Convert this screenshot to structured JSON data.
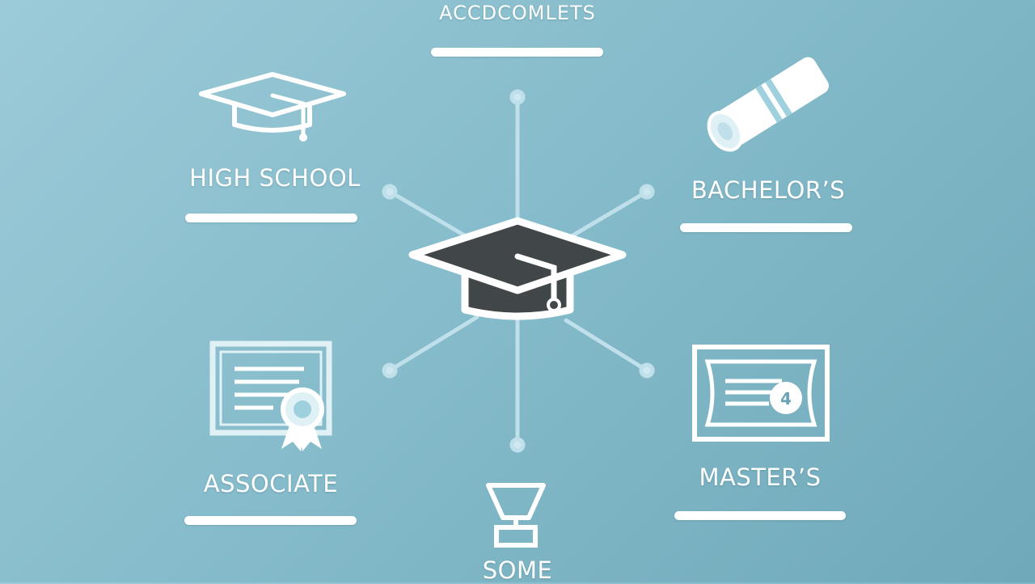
{
  "diagram": {
    "top_label": "ACCDCOMLETS",
    "nodes": [
      {
        "label": "HIGH SCHOOL"
      },
      {
        "label": "BACHELOR’S"
      },
      {
        "label": "ASSOCIATE"
      },
      {
        "label": "MASTER’S"
      },
      {
        "label": "SOME"
      }
    ],
    "certificate_number": "4",
    "colors": {
      "background": "#86bccb",
      "line": "#ffffff",
      "spoke": "#bfe0ea",
      "cap_dark": "#414648"
    }
  }
}
